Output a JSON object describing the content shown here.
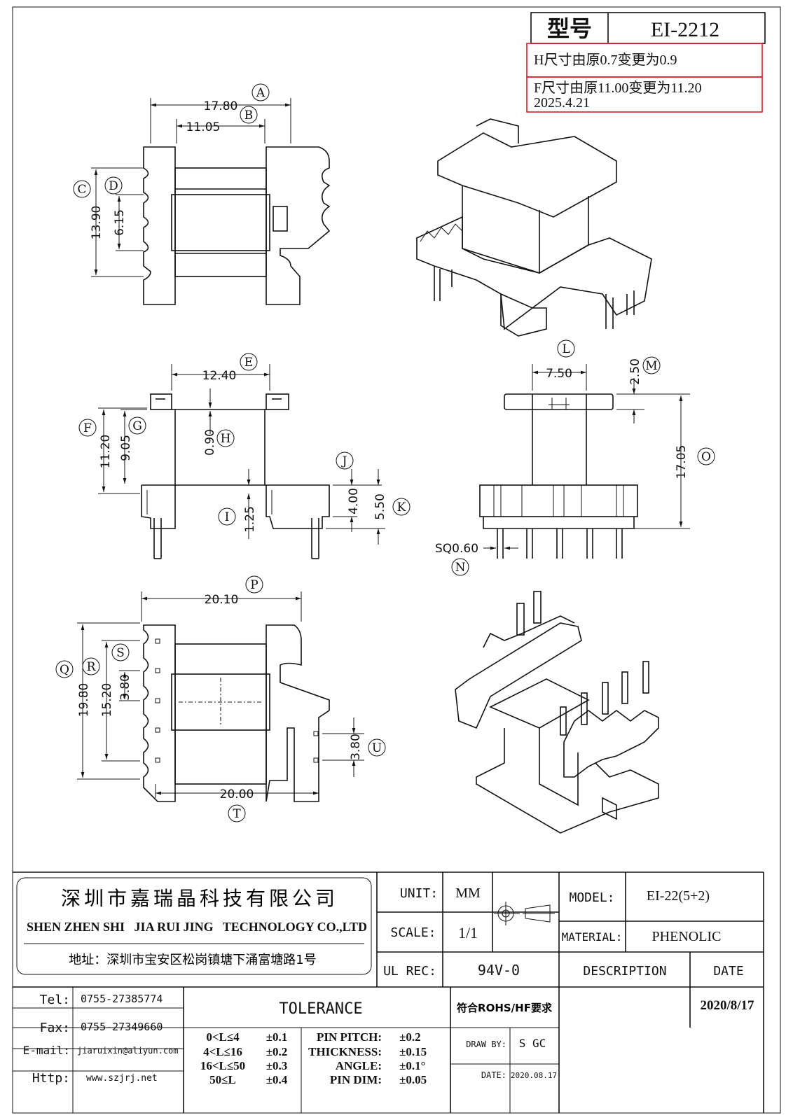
{
  "title_box": {
    "model_label": "型号",
    "model_value": "EI-2212",
    "change_1": "H尺寸由原0.7变更为0.9",
    "change_2": "F尺寸由原11.00变更为11.20",
    "change_date": "2025.4.21"
  },
  "dimensions": {
    "A": "17.80",
    "B": "11.05",
    "C": "13.90",
    "D": "6.15",
    "E": "12.40",
    "F": "11.20",
    "G": "9.05",
    "H": "0.90",
    "I": "1.25",
    "J": "4.00",
    "K": "5.50",
    "L": "7.50",
    "M": "2.50",
    "N": "SQ0.60",
    "O": "17.05",
    "P": "20.10",
    "Q": "19.80",
    "R": "15.20",
    "S": "3.80",
    "T": "20.00",
    "U": "3.80"
  },
  "balloons": [
    "A",
    "B",
    "C",
    "D",
    "E",
    "F",
    "G",
    "H",
    "I",
    "J",
    "K",
    "L",
    "M",
    "N",
    "O",
    "P",
    "Q",
    "R",
    "S",
    "T",
    "U"
  ],
  "company": {
    "name_cn": "深圳市嘉瑞晶科技有限公司",
    "name_en": "SHEN ZHEN SHI   JIA RUI JING   TECHNOLOGY CO.,LTD",
    "address": "地址：深圳市宝安区松岗镇塘下涌富塘路1号"
  },
  "contacts": [
    {
      "label": "Tel:",
      "value": "0755-27385774"
    },
    {
      "label": "Fax:",
      "value": "0755-27349660"
    },
    {
      "label": "E-mail:",
      "value": "jiaruixin@aliyun.com"
    },
    {
      "label": "Http:",
      "value": "www.szjrj.net"
    }
  ],
  "specs": {
    "unit_label": "UNIT:",
    "unit_value": "MM",
    "scale_label": "SCALE:",
    "scale_value": "1/1",
    "ulrec_label": "UL REC:",
    "ulrec_value": "94V-0",
    "model_label": "MODEL:",
    "model_value": "EI-22(5+2)",
    "material_label": "MATERIAL:",
    "material_value": "PHENOLIC",
    "description_label": "DESCRIPTION",
    "date_label": "DATE",
    "rohs": "符合ROHS/HF要求",
    "date_value": "2020/8/17",
    "draw_by_label": "DRAW BY:",
    "draw_by_value": "S GC",
    "date2_label": "DATE:",
    "date2_value": "2020.08.17"
  },
  "tolerance": {
    "title": "TOLERANCE",
    "ranges": [
      {
        "range": "0<L≤4",
        "tol": "±0.1"
      },
      {
        "range": "4<L≤16",
        "tol": "±0.2"
      },
      {
        "range": "16<L≤50",
        "tol": "±0.3"
      },
      {
        "range": "50≤L",
        "tol": "±0.4"
      }
    ],
    "other": [
      {
        "name": "PIN PITCH:",
        "tol": "±0.2"
      },
      {
        "name": "THICKNESS:",
        "tol": "±0.15"
      },
      {
        "name": "ANGLE:",
        "tol": "±0.1°"
      },
      {
        "name": "PIN DIM:",
        "tol": "±0.05"
      }
    ]
  }
}
